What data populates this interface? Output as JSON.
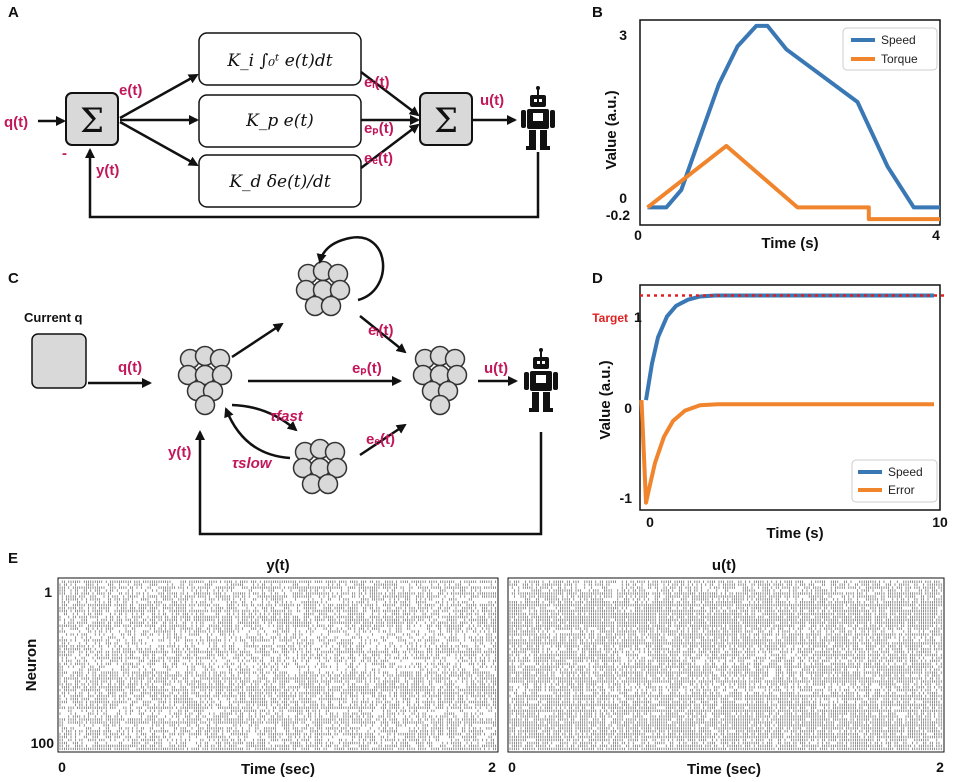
{
  "panels": {
    "A": "A",
    "B": "B",
    "C": "C",
    "D": "D",
    "E": "E"
  },
  "panel_a": {
    "input": "q(t)",
    "error": "e(t)",
    "feedback": "y(t)",
    "output": "u(t)",
    "minus": "-",
    "ei": "eᵢ(t)",
    "ep": "eₚ(t)",
    "ed": "eₑ(t)",
    "sum_symbol": "Σ",
    "integral_block": "K_i ∫₀ᵗ e(t)dt",
    "proportional_block": "K_p e(t)",
    "derivative_block": "K_d δe(t)/dt"
  },
  "panel_c": {
    "current": "Current q",
    "input": "q(t)",
    "output": "u(t)",
    "feedback": "y(t)",
    "ei": "eᵢ(t)",
    "ep": "eₚ(t)",
    "ed": "eₑ(t)",
    "tau_fast": "τfast",
    "tau_slow": "τslow"
  },
  "colors": {
    "speed": "#3a78b5",
    "torque": "#f0852d",
    "label": "#c2185b",
    "target": "#e02020",
    "node": "#d9d9d9"
  },
  "chart_data": [
    {
      "panel": "B",
      "type": "line",
      "xlabel": "Time (s)",
      "ylabel": "Value (a.u.)",
      "xlim": [
        0,
        4
      ],
      "ylim": [
        -0.3,
        3.2
      ],
      "xticks": [
        "0",
        "4"
      ],
      "yticks": [
        "3",
        "0",
        "-0.2"
      ],
      "legend_position": "top-right",
      "series": [
        {
          "name": "Speed",
          "x": [
            0.1,
            0.35,
            0.55,
            0.8,
            1.05,
            1.3,
            1.55,
            1.7,
            1.95,
            2.9,
            3.3,
            3.65,
            4.0
          ],
          "y": [
            0,
            0,
            0.3,
            1.2,
            2.1,
            2.75,
            3.1,
            3.1,
            2.7,
            1.8,
            0.7,
            0,
            0
          ]
        },
        {
          "name": "Torque",
          "x": [
            0.1,
            1.15,
            2.1,
            3.05,
            3.05,
            4.0
          ],
          "y": [
            0,
            1.05,
            0,
            0,
            -0.2,
            -0.2
          ]
        }
      ]
    },
    {
      "panel": "D",
      "type": "line",
      "xlabel": "Time (s)",
      "ylabel": "Value (a.u.)",
      "xlim": [
        0,
        10
      ],
      "ylim": [
        -1.05,
        1.1
      ],
      "xticks": [
        "0",
        "10"
      ],
      "yticks": [
        "1",
        "0",
        "-1"
      ],
      "annotation": "Target",
      "target": 1,
      "legend_position": "bottom-right",
      "series": [
        {
          "name": "Speed",
          "x": [
            0.2,
            0.4,
            0.6,
            0.9,
            1.2,
            1.6,
            2.0,
            2.5,
            3.5,
            5,
            7,
            9.8
          ],
          "y": [
            0.0,
            0.35,
            0.6,
            0.8,
            0.9,
            0.96,
            0.99,
            1.0,
            1.0,
            1.0,
            1.0,
            1.0
          ]
        },
        {
          "name": "Error",
          "x": [
            0.05,
            0.2,
            0.3,
            0.5,
            0.8,
            1.1,
            1.5,
            2.0,
            2.6,
            4,
            6,
            9.8
          ],
          "y": [
            0.0,
            -0.98,
            -0.85,
            -0.6,
            -0.35,
            -0.2,
            -0.1,
            -0.05,
            -0.04,
            -0.04,
            -0.04,
            -0.04
          ]
        }
      ]
    },
    {
      "panel": "E",
      "type": "scatter",
      "raster": [
        {
          "title": "y(t)",
          "xlabel": "Time (sec)",
          "ylabel": "Neuron",
          "xticks": [
            "0",
            "2"
          ],
          "yticks": [
            "1",
            "100"
          ]
        },
        {
          "title": "u(t)",
          "xlabel": "Time (sec)",
          "xticks": [
            "0",
            "2"
          ]
        }
      ]
    }
  ]
}
